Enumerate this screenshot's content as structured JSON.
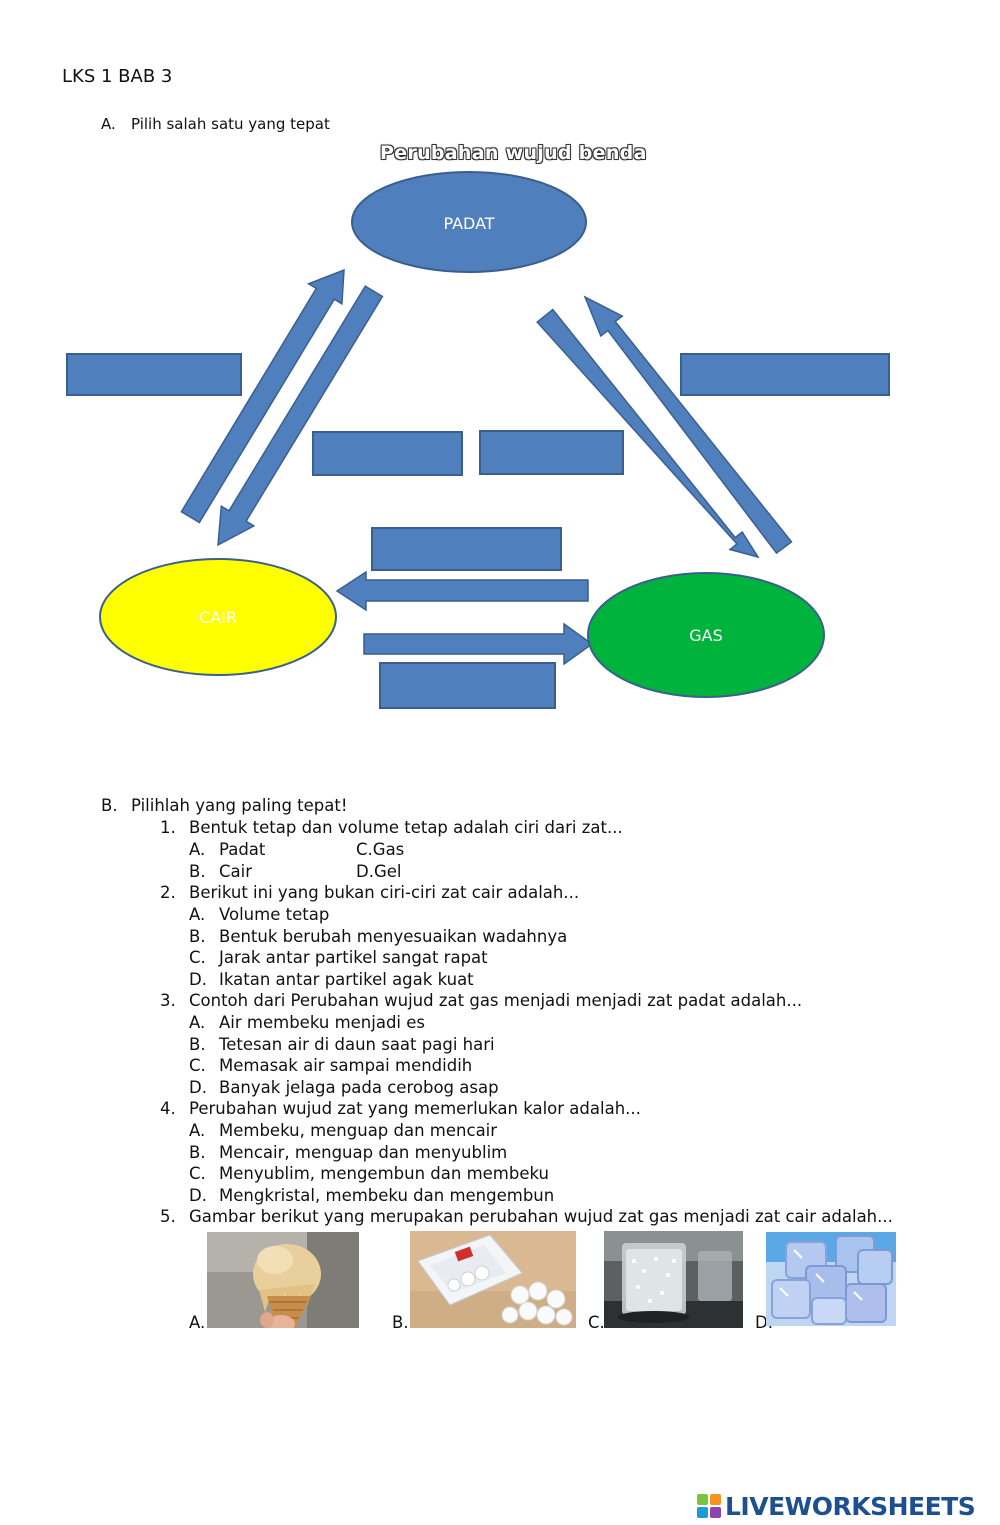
{
  "doc_title": "LKS 1 BAB 3",
  "section_a": {
    "marker": "A.",
    "text": "Pilih salah satu yang tepat"
  },
  "diagram": {
    "title": "Perubahan wujud benda",
    "nodes": {
      "padat": "PADAT",
      "cair": "CAIR",
      "gas": "GAS"
    },
    "colors": {
      "padat": "#4f7fbd",
      "cair": "#ffff00",
      "gas": "#00b33c",
      "arrow": "#4f7fbd",
      "stroke": "#3a5f8f"
    }
  },
  "section_b": {
    "marker": "B.",
    "text": "Pilihlah yang paling tepat!",
    "questions": [
      {
        "num": "1.",
        "text": "Bentuk tetap dan volume tetap adalah ciri dari zat...",
        "options": [
          {
            "mk": "A.",
            "text": "Padat"
          },
          {
            "mk": "C.",
            "text": "Gas"
          },
          {
            "mk": "B.",
            "text": "Cair"
          },
          {
            "mk": "D.",
            "text": "Gel"
          }
        ]
      },
      {
        "num": "2.",
        "text": "Berikut ini yang bukan ciri-ciri zat cair adalah...",
        "options": [
          {
            "mk": "A.",
            "text": "Volume tetap"
          },
          {
            "mk": "B.",
            "text": "Bentuk berubah menyesuaikan wadahnya"
          },
          {
            "mk": "C.",
            "text": "Jarak antar partikel sangat rapat"
          },
          {
            "mk": "D.",
            "text": "Ikatan antar partikel agak kuat"
          }
        ]
      },
      {
        "num": "3.",
        "text": "Contoh dari Perubahan wujud zat gas menjadi menjadi zat padat adalah...",
        "options": [
          {
            "mk": "A.",
            "text": "Air membeku menjadi es"
          },
          {
            "mk": "B.",
            "text": "Tetesan air di daun saat pagi hari"
          },
          {
            "mk": "C.",
            "text": "Memasak air sampai mendidih"
          },
          {
            "mk": "D.",
            "text": "Banyak jelaga pada cerobog asap"
          }
        ]
      },
      {
        "num": "4.",
        "text": "Perubahan wujud zat yang memerlukan kalor adalah...",
        "options": [
          {
            "mk": "A.",
            "text": "Membeku, menguap dan mencair"
          },
          {
            "mk": "B.",
            "text": "Mencair, menguap dan menyublim"
          },
          {
            "mk": "C.",
            "text": "Menyublim, mengembun dan membeku"
          },
          {
            "mk": "D.",
            "text": "Mengkristal, membeku dan mengembun"
          }
        ]
      },
      {
        "num": "5.",
        "text": "Gambar berikut yang merupakan perubahan wujud zat gas menjadi zat cair adalah...",
        "image_options": [
          {
            "mk": "A.",
            "picture": "ice-cream-cone"
          },
          {
            "mk": "B.",
            "picture": "mothballs-pack"
          },
          {
            "mk": "C.",
            "picture": "cold-glass-condensation"
          },
          {
            "mk": "D.",
            "picture": "ice-cubes"
          }
        ]
      }
    ]
  },
  "logo": {
    "text": "LIVEWORKSHEETS",
    "mark_colors": [
      "#7cc242",
      "#f7941d",
      "#1d9bd7",
      "#8e44ad"
    ]
  }
}
